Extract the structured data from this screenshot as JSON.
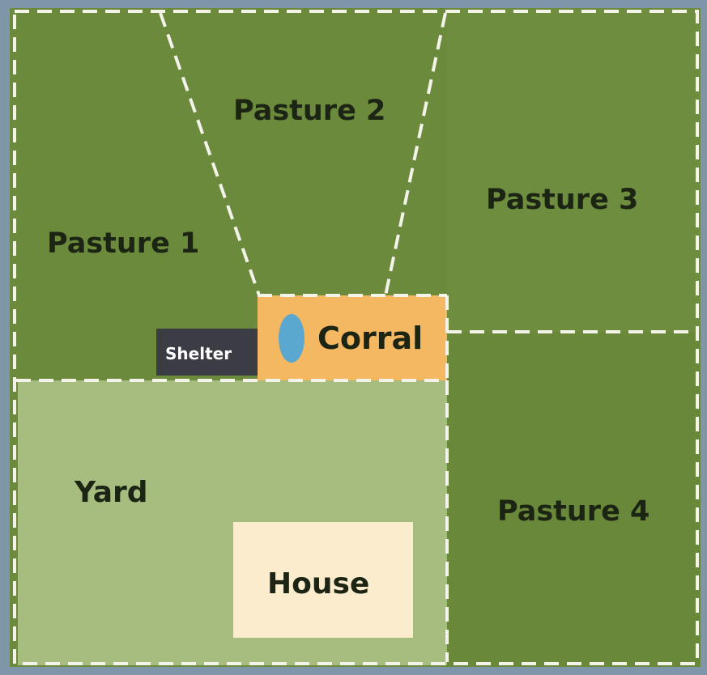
{
  "labels": {
    "pasture_1": "Pasture 1",
    "pasture_2": "Pasture 2",
    "pasture_3": "Pasture 3",
    "pasture_4": "Pasture 4",
    "corral": "Corral",
    "shelter": "Shelter",
    "yard": "Yard",
    "house": "House"
  },
  "colors": {
    "border": "#7e96a8",
    "pasture_green": "#6b8a3b",
    "yard_green": "#a6bd7f",
    "corral_orange": "#f4b862",
    "shelter_dark": "#3b3c44",
    "house_cream": "#fbeccd",
    "water_blue": "#5aa8d0",
    "divider_white": "#f3f3ea",
    "label_text": "#1c2414"
  },
  "icons": {
    "water": "water-trough-icon"
  }
}
